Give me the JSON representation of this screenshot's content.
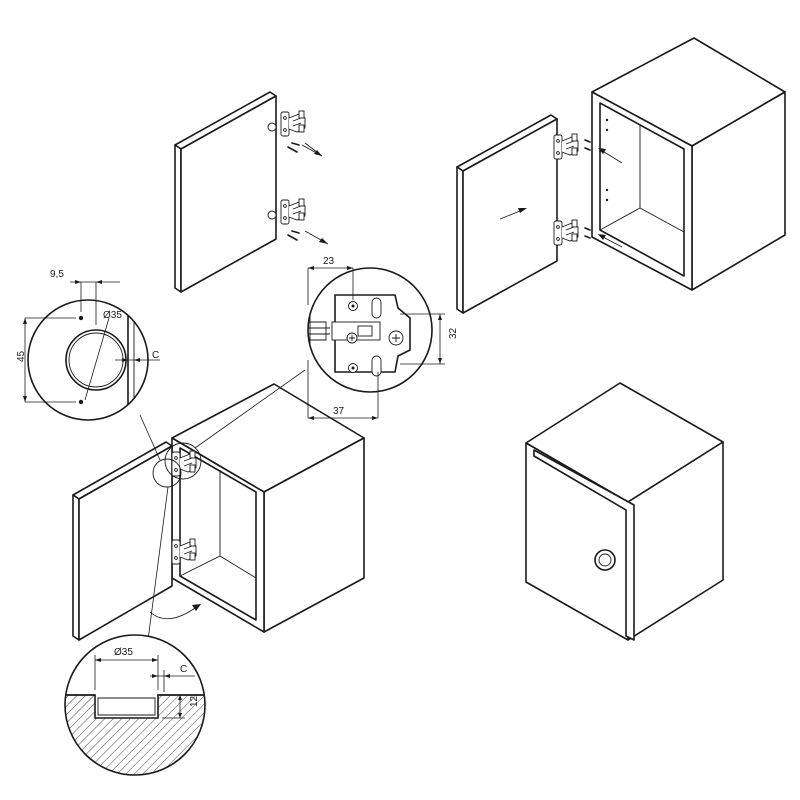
{
  "labels": {
    "d35_top": "Ø35",
    "c_top": "C",
    "offset_9_5": "9,5",
    "spacing_45": "45",
    "plate_23": "23",
    "plate_32": "32",
    "plate_37": "37",
    "d35_bottom": "Ø35",
    "c_bottom": "C",
    "depth_12": "12"
  },
  "colors": {
    "line": "#1a1a1a",
    "background": "#ffffff"
  }
}
